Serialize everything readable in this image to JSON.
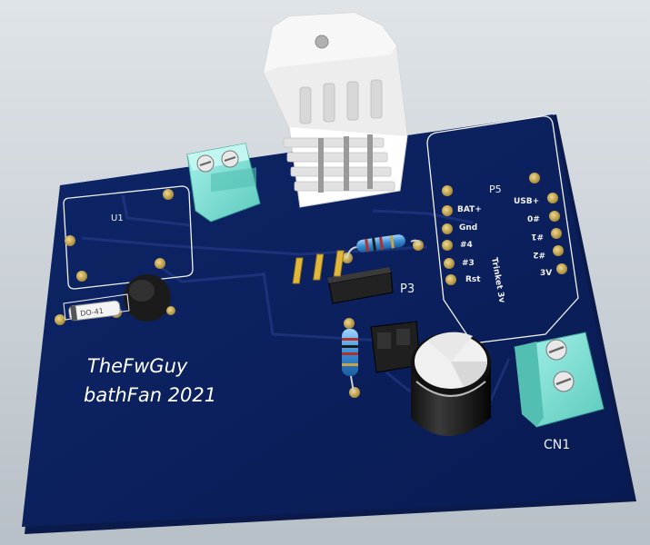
{
  "board": {
    "brand_text": "TheFwGuy",
    "project_text": "bathFan 2021"
  },
  "references": {
    "u1": "U1",
    "p3": "P3",
    "p5": "P5",
    "cn1": "CN1",
    "diode_package": "DO-41"
  },
  "p5_pins": {
    "left": [
      "BAT+",
      "Gnd",
      "#4",
      "#3",
      "Rst"
    ],
    "right": [
      "USB+",
      "0#",
      "#1",
      "#2",
      "3V"
    ],
    "module_label": "Trinket 3v"
  },
  "colors": {
    "background": "#c9d0d6",
    "solder_mask": "#0b2160",
    "silkscreen": "#f2f2f2",
    "terminal_block": "#7fe0d6",
    "pad_gold": "#c9a44a",
    "sensor_body": "#f4f4f4"
  }
}
